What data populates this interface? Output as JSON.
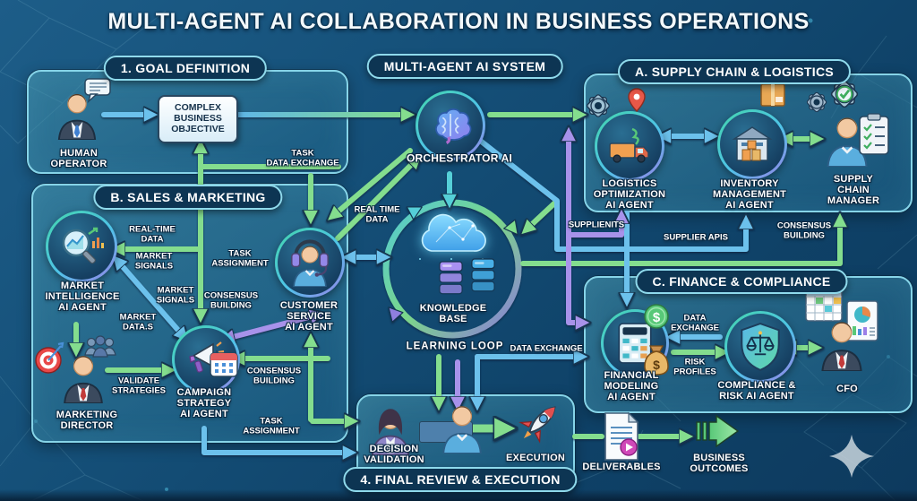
{
  "title": "MULTI-AGENT AI COLLABORATION IN BUSINESS OPERATIONS",
  "sections": {
    "goal": {
      "label": "1. GOAL DEFINITION"
    },
    "system": {
      "label": "MULTI-AGENT AI SYSTEM"
    },
    "supply": {
      "label": "A. SUPPLY CHAIN & LOGISTICS"
    },
    "sales": {
      "label": "B. SALES & MARKETING"
    },
    "finance": {
      "label": "C. FINANCE & COMPLIANCE"
    },
    "final": {
      "label": "4. FINAL REVIEW & EXECUTION"
    }
  },
  "nodes": {
    "human": "HUMAN\nOPERATOR",
    "objective": "COMPLEX\nBUSINESS\nOBJECTIVE",
    "orchestrator": "ORCHESTRATOR AI",
    "knowledge_base": "KNOWLEDGE\nBASE",
    "learning_loop": "LEARNING LOOP",
    "logistics": "LOGISTICS\nOPTIMIZATION\nAI AGENT",
    "inventory": "INVENTORY\nMANAGEMENT\nAI AGENT",
    "supply_manager": "SUPPLY CHAIN\nMANAGER",
    "market_intel": "MARKET\nINTELLIGENCE\nAI AGENT",
    "customer_service": "CUSTOMER\nSERVICE\nAI AGENT",
    "campaign": "CAMPAIGN\nSTRATEGY\nAI AGENT",
    "director": "MARKETING\nDIRECTOR",
    "financial": "FINANCIAL\nMODELING\nAI AGENT",
    "compliance": "COMPLIANCE &\nRISK AI AGENT",
    "cfo": "CFO",
    "decision": "DECISION\nVALIDATION",
    "execution": "EXECUTION",
    "deliverables": "DELIVERABLES",
    "outcomes": "BUSINESS\nOUTCOMES"
  },
  "edges": {
    "task_data_exchange": "TASK\nDATA EXCHANGE",
    "real_time_center": "REAL TIME\nDATA",
    "real_time_sales": "REAL-TIME\nDATA",
    "market_signals_1": "MARKET\nSIGNALS",
    "market_signals_2": "MARKET\nSIGNALS",
    "market_data": "MARKET\nDATA.S",
    "task_assignment_cs": "TASK\nASSIGNMENT",
    "consensus_sales": "CONSENSUS\nBUILDING",
    "validate_strategies": "VALIDATE\nSTRATEGIES",
    "consensus_campaign": "CONSENSUS\nBUILDING",
    "task_assignment_campaign": "TASK\nASSIGNMENT",
    "supplienits": "SUPPLIENITS",
    "supplier_apis": "SUPPLIER APIS",
    "consensus_supply": "CONSENSUS\nBUILDING",
    "data_exchange_center": "DATA EXCHANGE",
    "data_exchange_finance": "DATA\nEXCHANGE",
    "risk_profiles": "RISK\nPROFILES"
  },
  "colors": {
    "arrow_green": "#84dd8e",
    "arrow_blue": "#6cc1ec",
    "arrow_teal": "#54cfd8",
    "arrow_purple": "#a892ea",
    "box_border": "#86d4e8",
    "pill_bg": "#0d3553",
    "background": "#155079"
  }
}
